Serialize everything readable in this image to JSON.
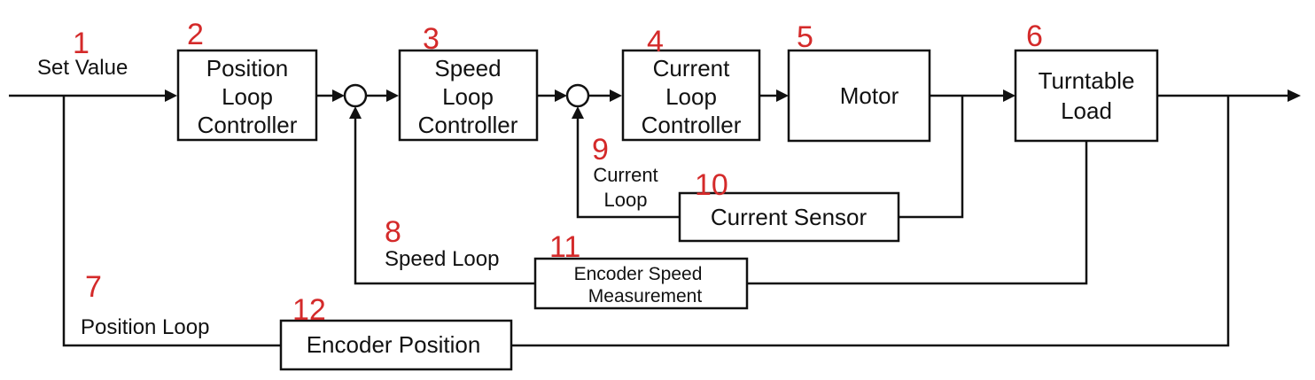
{
  "colors": {
    "line": "#111111",
    "number": "#d42a2a",
    "background": "#ffffff"
  },
  "numbers": {
    "n1": "1",
    "n2": "2",
    "n3": "3",
    "n4": "4",
    "n5": "5",
    "n6": "6",
    "n7": "7",
    "n8": "8",
    "n9": "9",
    "n10": "10",
    "n11": "11",
    "n12": "12"
  },
  "labels": {
    "set_value": "Set Value",
    "current_loop_1": "Current",
    "current_loop_2": "Loop",
    "speed_loop": "Speed Loop",
    "position_loop": "Position Loop"
  },
  "blocks": {
    "position_controller": {
      "line1": "Position",
      "line2": "Loop",
      "line3": "Controller"
    },
    "speed_controller": {
      "line1": "Speed",
      "line2": "Loop",
      "line3": "Controller"
    },
    "current_controller": {
      "line1": "Current",
      "line2": "Loop",
      "line3": "Controller"
    },
    "motor": {
      "label": "Motor"
    },
    "turntable_load": {
      "line1": "Turntable",
      "line2": "Load"
    },
    "current_sensor": {
      "label": "Current Sensor"
    },
    "encoder_speed": {
      "line1": "Encoder Speed",
      "line2": "Measurement"
    },
    "encoder_position": {
      "label": "Encoder Position"
    }
  }
}
